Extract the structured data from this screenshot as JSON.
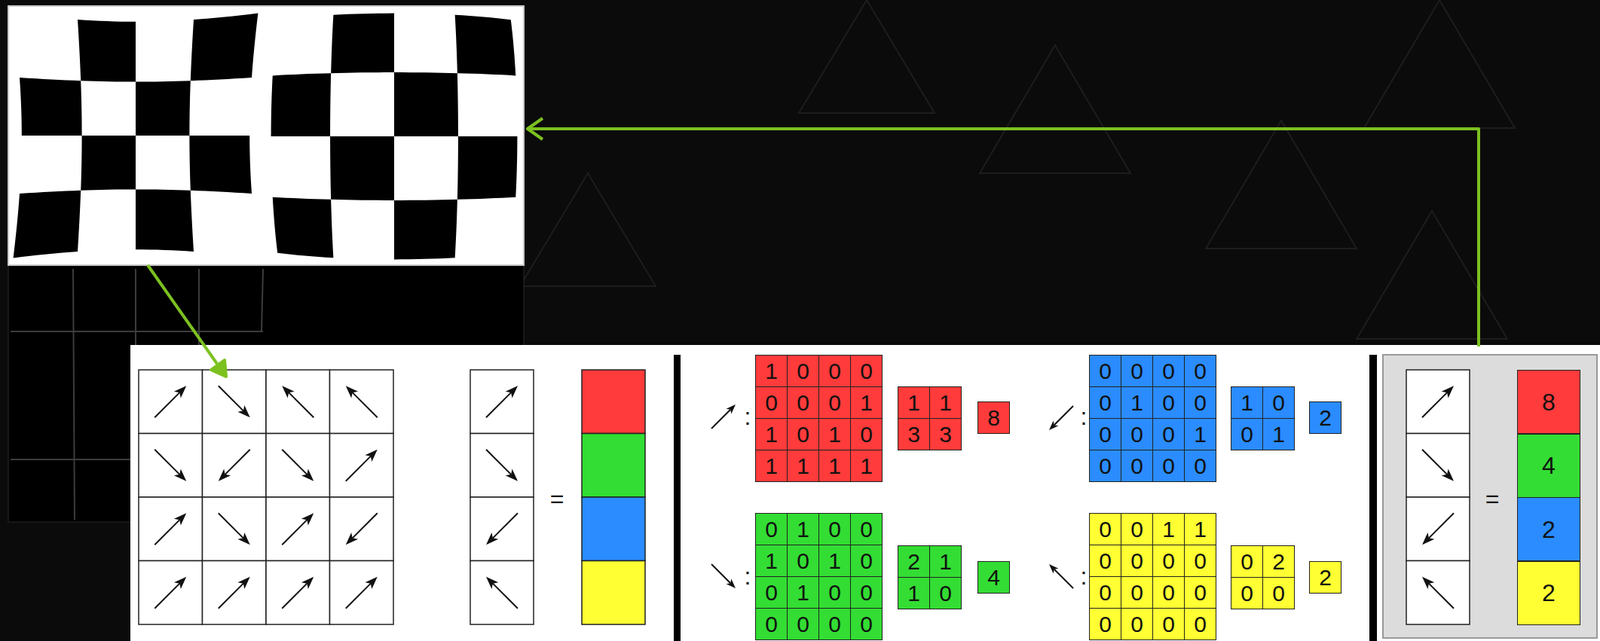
{
  "diagram": {
    "nodes": [
      {
        "text": [
          "8"
        ]
      },
      {
        "text": [
          "2"
        ]
      },
      {
        "text": [
          "4"
        ]
      },
      {
        "text": [
          "2"
        ]
      },
      {
        "text": [
          "8"
        ]
      },
      {
        "text": [
          "4"
        ]
      },
      {
        "text": [
          "2"
        ]
      },
      {
        "text": [
          "2"
        ]
      }
    ],
    "labels": [
      "=",
      ":",
      "1",
      "0",
      "0",
      "0",
      "0",
      "0",
      "0",
      "1",
      "1",
      "0",
      "1",
      "0",
      "1",
      "1",
      "1",
      "1",
      "1",
      "1",
      "3",
      "3",
      ":",
      "0",
      "0",
      "0",
      "0",
      "0",
      "1",
      "0",
      "0",
      "0",
      "0",
      "0",
      "1",
      "0",
      "0",
      "0",
      "0",
      "1",
      "0",
      "0",
      "1",
      ":",
      "0",
      "1",
      "0",
      "0",
      "1",
      "0",
      "1",
      "0",
      "0",
      "1",
      "0",
      "0",
      "0",
      "0",
      "0",
      "0",
      "2",
      "1",
      "1",
      "0",
      ":",
      "0",
      "0",
      "1",
      "1",
      "0",
      "0",
      "0",
      "0",
      "0",
      "0",
      "0",
      "0",
      "0",
      "0",
      "0",
      "0",
      "0",
      "2",
      "0",
      "0",
      "="
    ]
  }
}
